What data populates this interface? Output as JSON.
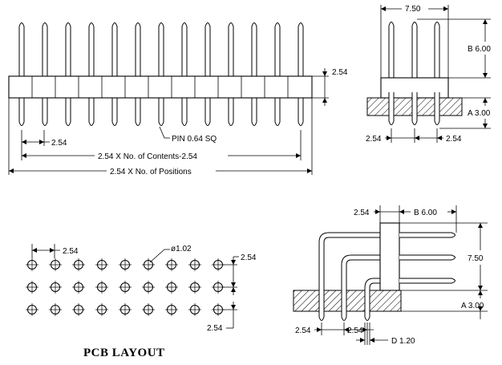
{
  "front_view": {
    "height_label": "2.54",
    "pitch_label": "2.54",
    "pin_label": "PIN 0.64 SQ",
    "contents_label": "2.54 X No. of Contents-2.54",
    "positions_label": "2.54 X No. of Positions"
  },
  "side_view": {
    "width_label": "7.50",
    "b_label": "B 6.00",
    "a_label": "A 3.00",
    "pitch_left_label": "2.54",
    "pitch_right_label": "2.54"
  },
  "pcb_layout": {
    "title": "PCB LAYOUT",
    "pitch_top_label": "2.54",
    "hole_label": "ø1.02",
    "pitch_right_label": "2.54",
    "pitch_bottom_label": "2.54"
  },
  "right_angle_view": {
    "top_left_label": "2.54",
    "b_label": "B 6.00",
    "height_label": "7.50",
    "a_label": "A 3.00",
    "bottom_left_label": "2.54",
    "bottom_mid_label": "2.54",
    "d_label": "D 1.20"
  }
}
